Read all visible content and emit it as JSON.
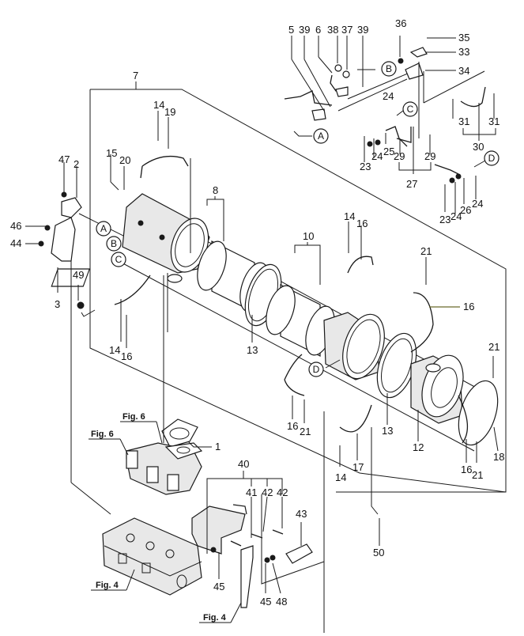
{
  "diagram": {
    "type": "exploded parts diagram",
    "subject": "Exhaust aftertreatment (DPF) assembly with brackets and sensor pipes",
    "accent_colors": {
      "lines": "#1a1a1a",
      "leader_olive": "#6b6b2a",
      "background": "#ffffff"
    },
    "part_labels": {
      "p1": "1",
      "p2": "2",
      "p3": "3",
      "p5": "5",
      "p6": "6",
      "p7": "7",
      "p8": "8",
      "p10": "10",
      "p12": "12",
      "p13a": "13",
      "p13b": "13",
      "p14a": "14",
      "p14b": "14",
      "p14c": "14",
      "p14d": "14",
      "p15": "15",
      "p16a": "16",
      "p16b": "16",
      "p16c": "16",
      "p16d": "16",
      "p16e": "16",
      "p17": "17",
      "p18": "18",
      "p19": "19",
      "p20": "20",
      "p21a": "21",
      "p21b": "21",
      "p21c": "21",
      "p21d": "21",
      "p23a": "23",
      "p23b": "23",
      "p24a": "24",
      "p24b": "24",
      "p24c": "24",
      "p24d": "24",
      "p25": "25",
      "p26": "26",
      "p27": "27",
      "p29a": "29",
      "p29b": "29",
      "p30": "30",
      "p31a": "31",
      "p31b": "31",
      "p33": "33",
      "p34": "34",
      "p35": "35",
      "p36": "36",
      "p37": "37",
      "p38": "38",
      "p39a": "39",
      "p39b": "39",
      "p40": "40",
      "p41": "41",
      "p42a": "42",
      "p42b": "42",
      "p43": "43",
      "p44": "44",
      "p45a": "45",
      "p45b": "45",
      "p46": "46",
      "p47": "47",
      "p48": "48",
      "p49": "49",
      "p50": "50"
    },
    "connection_markers": {
      "a_top": "A",
      "b_top": "B",
      "c_top": "C",
      "d_top": "D",
      "a_body": "A",
      "b_body": "B",
      "c_body": "C",
      "d_body": "D"
    },
    "figure_refs": {
      "fig6a": "Fig. 6",
      "fig6b": "Fig. 6",
      "fig4a": "Fig. 4",
      "fig4b": "Fig. 4"
    }
  }
}
